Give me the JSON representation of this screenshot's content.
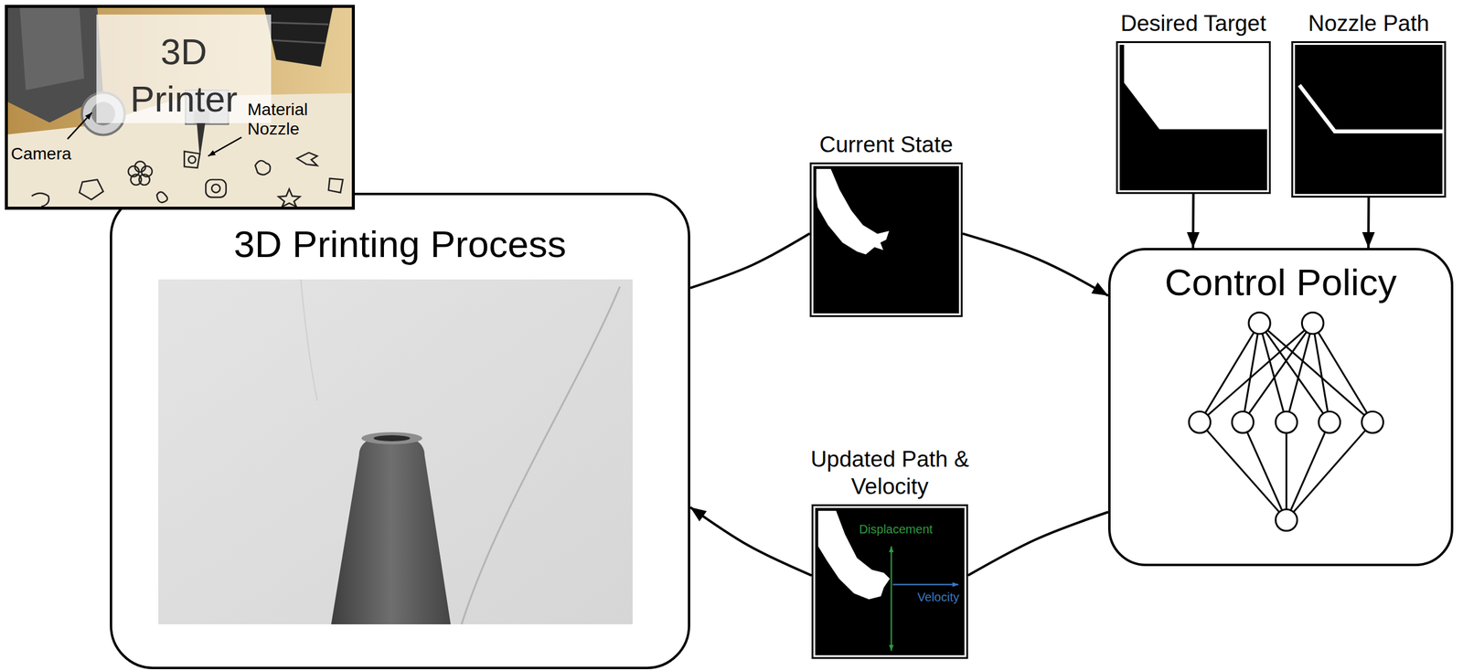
{
  "diagram": {
    "nodes": [
      {
        "text": [
          "3D Printer"
        ]
      },
      {
        "text": [
          "3D Printing Process"
        ]
      },
      {
        "text": [
          "Current State"
        ]
      },
      {
        "text": [
          "Desired Target"
        ]
      },
      {
        "text": [
          "Nozzle Path"
        ]
      },
      {
        "text": [
          "Control Policy"
        ]
      },
      {
        "text": [
          "Updated Path & Velocity"
        ]
      }
    ],
    "edges": [
      {
        "from": 1,
        "to": 2,
        "arrow": "none"
      },
      {
        "from": 2,
        "to": 5,
        "arrow": "to"
      },
      {
        "from": 3,
        "to": 5,
        "arrow": "to"
      },
      {
        "from": 4,
        "to": 5,
        "arrow": "to"
      },
      {
        "from": 5,
        "to": 6,
        "arrow": "none"
      },
      {
        "from": 6,
        "to": 1,
        "arrow": "to"
      }
    ],
    "labels": [
      "Camera",
      "Material Nozzle",
      "Displacement",
      "Velocity"
    ]
  }
}
